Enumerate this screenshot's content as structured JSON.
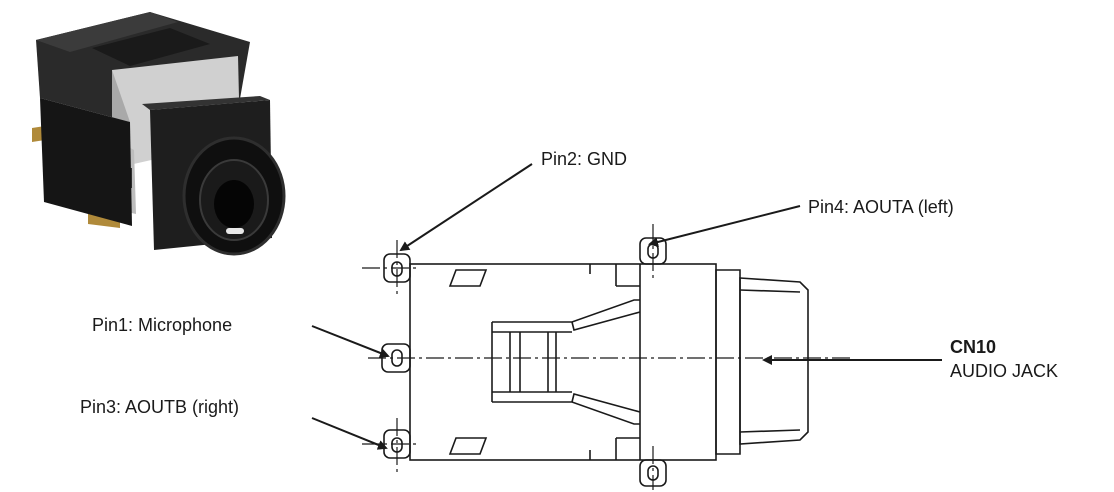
{
  "labels": {
    "pin1": "Pin1: Microphone",
    "pin2": "Pin2: GND",
    "pin3": "Pin3: AOUTB (right)",
    "pin4": "Pin4: AOUTA (left)",
    "connector_id": "CN10",
    "connector_name": "AUDIO JACK"
  },
  "colors": {
    "line": "#1a1a1a",
    "jack_body": "#1c1c1c",
    "metal": "#c8c8c8",
    "pad": "#b08a3a"
  }
}
